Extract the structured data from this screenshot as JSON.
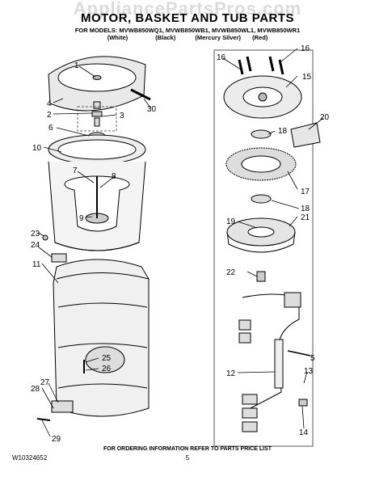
{
  "watermark": "AppliancePartsPros.com",
  "title": "MOTOR, BASKET AND TUB PARTS",
  "models": {
    "line1": "FOR MODELS: MVWB850WQ1, MVWB850WB1, MVWB850WL1, MVWB850WR1",
    "colors": [
      "(White)",
      "(Black)",
      "(Mercury Silver)",
      "(Red)"
    ]
  },
  "callouts": [
    "1",
    "2",
    "3",
    "4",
    "5",
    "6",
    "7",
    "8",
    "9",
    "10",
    "11",
    "12",
    "13",
    "14",
    "15",
    "16",
    "16",
    "17",
    "18",
    "18",
    "19",
    "20",
    "21",
    "22",
    "23",
    "24",
    "25",
    "26",
    "27",
    "28",
    "29",
    "30"
  ],
  "footer": {
    "note": "FOR ORDERING INFORMATION REFER TO PARTS PRICE LIST",
    "doc_number": "W10324652",
    "page_number": "5"
  }
}
